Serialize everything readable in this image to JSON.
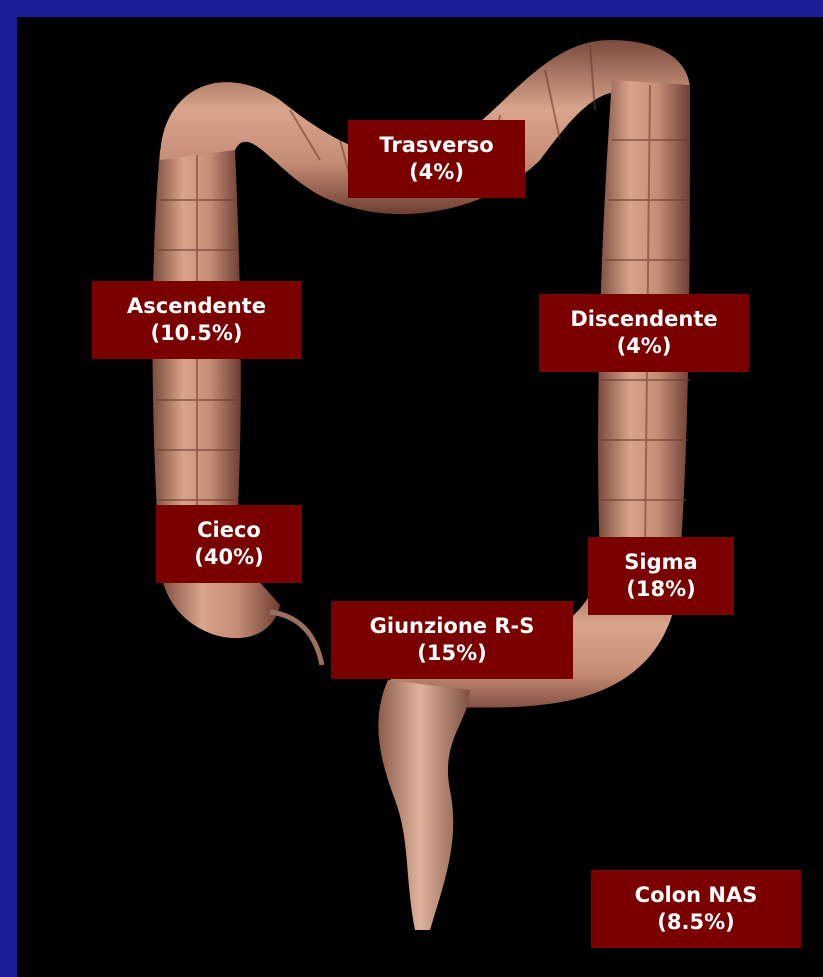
{
  "colors": {
    "frame": "#1c1c96",
    "background": "#000000",
    "label_fill": "#7a0000",
    "label_text": "#ffffff",
    "colon_tissue": "#c8947c"
  },
  "labels": {
    "trasverso": {
      "name": "Trasverso",
      "value": "(4%)"
    },
    "ascendente": {
      "name": "Ascendente",
      "value": "(10.5%)"
    },
    "discendente": {
      "name": "Discendente",
      "value": "(4%)"
    },
    "cieco": {
      "name": "Cieco",
      "value": "(40%)"
    },
    "sigma": {
      "name": "Sigma",
      "value": "(18%)"
    },
    "giunzione": {
      "name": "Giunzione R-S",
      "value": "(15%)"
    },
    "colon_nas": {
      "name": "Colon NAS",
      "value": "(8.5%)"
    }
  }
}
